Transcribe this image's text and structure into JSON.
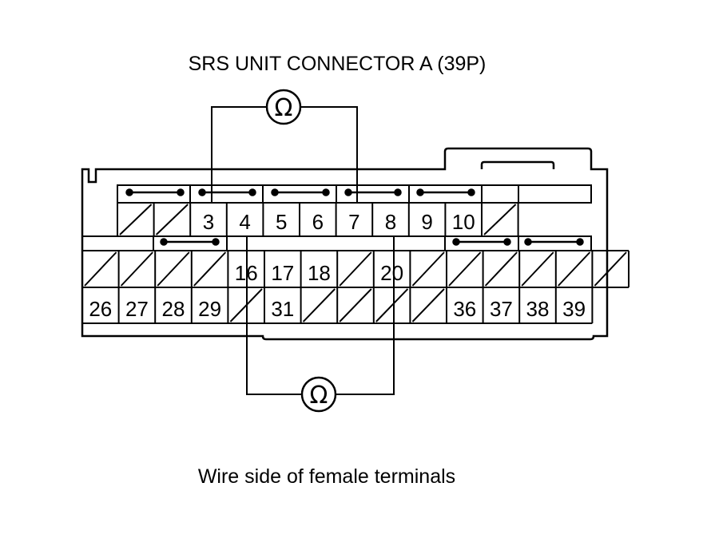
{
  "title": "SRS UNIT CONNECTOR A (39P)",
  "caption": "Wire side of female terminals",
  "meter_symbol": "Ω",
  "meters": [
    {
      "name": "ohmmeter-top",
      "between": [
        "3",
        "7"
      ]
    },
    {
      "name": "ohmmeter-bottom",
      "between": [
        "4",
        "8"
      ]
    }
  ],
  "terminals": {
    "row1": [
      "",
      "",
      "3",
      "4",
      "5",
      "6",
      "7",
      "8",
      "9",
      "10",
      ""
    ],
    "row2": [
      "",
      "",
      "",
      "",
      "16",
      "17",
      "18",
      "",
      "20",
      "",
      "",
      "",
      "",
      "",
      ""
    ],
    "row3": [
      "26",
      "27",
      "28",
      "29",
      "",
      "31",
      "",
      "",
      "",
      "",
      "36",
      "37",
      "38",
      "39"
    ]
  },
  "colors": {
    "line": "#000000",
    "background": "#ffffff"
  }
}
